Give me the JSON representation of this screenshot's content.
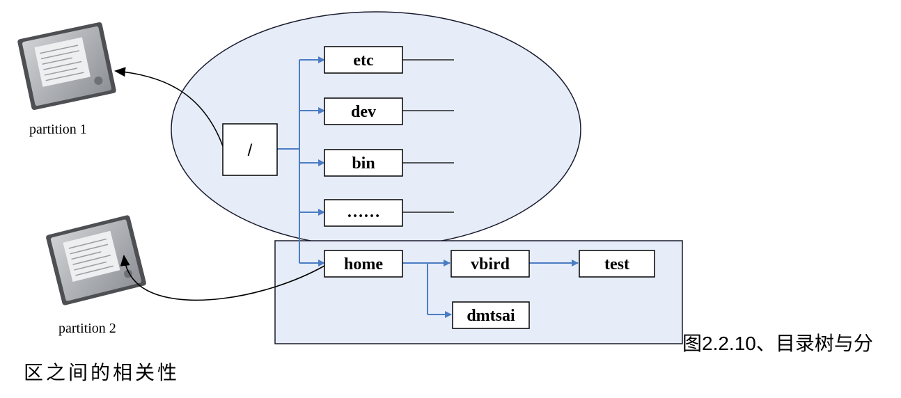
{
  "diagram": {
    "disks": [
      {
        "label": "partition 1",
        "icon": "hard-disk-icon"
      },
      {
        "label": "partition 2",
        "icon": "hard-disk-icon"
      }
    ],
    "root": {
      "label": "/"
    },
    "top_dirs": [
      {
        "label": "etc"
      },
      {
        "label": "dev"
      },
      {
        "label": "bin"
      },
      {
        "label": "……"
      }
    ],
    "home_tree": {
      "home": {
        "label": "home"
      },
      "vbird": {
        "label": "vbird"
      },
      "test": {
        "label": "test"
      },
      "dmtsai": {
        "label": "dmtsai"
      }
    },
    "colors": {
      "region_fill": "#e6ecf8",
      "arrow_blue": "#4a7cc4",
      "outline": "#1a1a2e"
    }
  },
  "caption": {
    "line1": "图2.2.10、目录树与分",
    "line2": "区之间的相关性"
  }
}
